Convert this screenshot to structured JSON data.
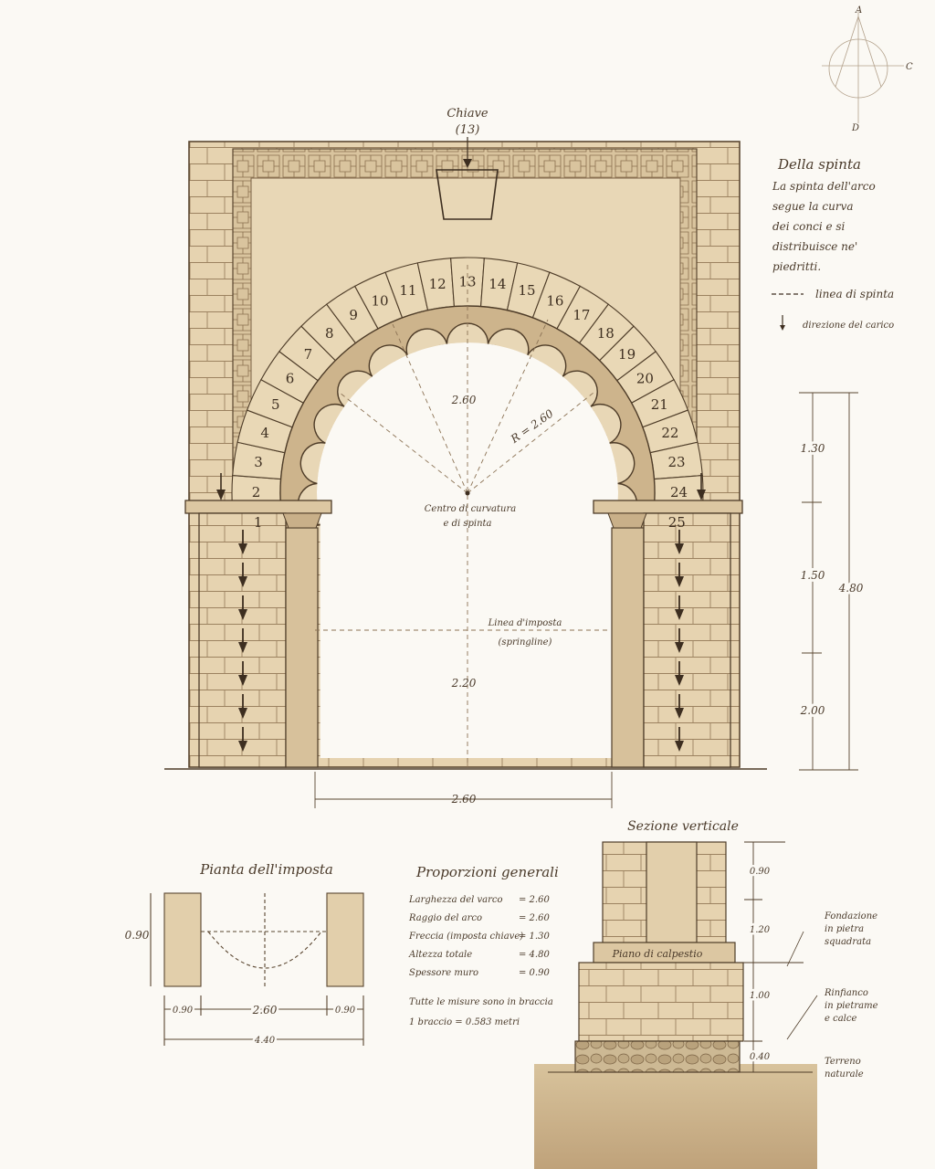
{
  "elevation": {
    "key_label": "Chiave",
    "key_number": "(13)",
    "voussoirs": [
      "1",
      "2",
      "3",
      "4",
      "5",
      "6",
      "7",
      "8",
      "9",
      "10",
      "11",
      "12",
      "13",
      "14",
      "15",
      "16",
      "17",
      "18",
      "19",
      "20",
      "21",
      "22",
      "23",
      "24",
      "25"
    ],
    "dim_rise": "2.60",
    "dim_radius": "R = 2.60",
    "center_label_1": "Centro di curvatura",
    "center_label_2": "e di spinta",
    "springline_label_1": "Linea d'imposta",
    "springline_label_2": "(springline)",
    "dim_pier_height": "2.20",
    "dim_span": "2.60"
  },
  "thrust_note": {
    "title": "Della spinta",
    "lines": [
      "La spinta dell'arco",
      "segue la curva",
      "dei conci e si",
      "distribuisce ne'",
      "piedritti."
    ],
    "legend_thrust_line": "linea di spinta",
    "legend_load_dir": "direzione del carico"
  },
  "compass": {
    "a": "A",
    "c": "C",
    "d": "D"
  },
  "right_dims": {
    "d1": "1.30",
    "d2": "1.50",
    "d3": "2.00",
    "total": "4.80"
  },
  "plan": {
    "title": "Pianta dell'imposta",
    "depth": "0.90",
    "left": "0.90",
    "middle": "2.60",
    "right": "0.90",
    "total": "4.40"
  },
  "proportions": {
    "title": "Proporzioni generali",
    "rows": [
      {
        "label": "Larghezza del varco",
        "value": "= 2.60"
      },
      {
        "label": "Raggio del arco",
        "value": "= 2.60"
      },
      {
        "label": "Freccia (imposta chiave)",
        "value": "= 1.30"
      },
      {
        "label": "Altezza totale",
        "value": "= 4.80"
      },
      {
        "label": "Spessore muro",
        "value": "= 0.90"
      }
    ],
    "note_1": "Tutte le misure sono in braccia",
    "note_2": "1 braccio = 0.583 metri"
  },
  "section": {
    "title": "Sezione verticale",
    "floor_label": "Piano di calpestio",
    "d1": "0.90",
    "d2": "1.20",
    "d3": "1.00",
    "d4": "0.40",
    "label_foundation": [
      "Fondazione",
      "in pietra",
      "squadrata"
    ],
    "label_fill": [
      "Rinfianco",
      "in pietrame",
      "e calce"
    ],
    "label_ground": [
      "Terreno",
      "naturale"
    ]
  }
}
